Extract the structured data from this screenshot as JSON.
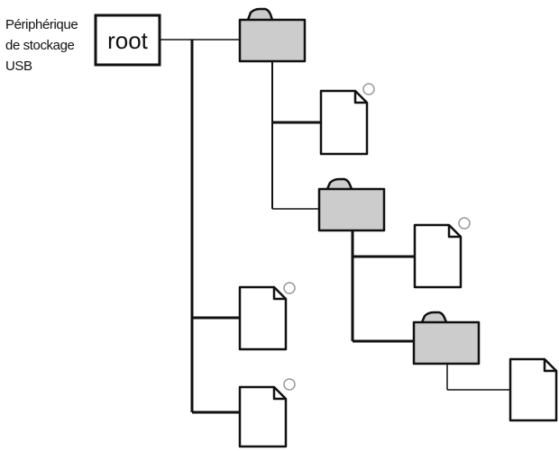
{
  "device_label": {
    "line1": "Périphérique",
    "line2": "de stockage",
    "line3": "USB"
  },
  "root_label": "root",
  "colors": {
    "folder_fill": "#cccccc",
    "stroke": "#111111",
    "file_fill": "#ffffff",
    "marker_stroke": "#999999"
  }
}
